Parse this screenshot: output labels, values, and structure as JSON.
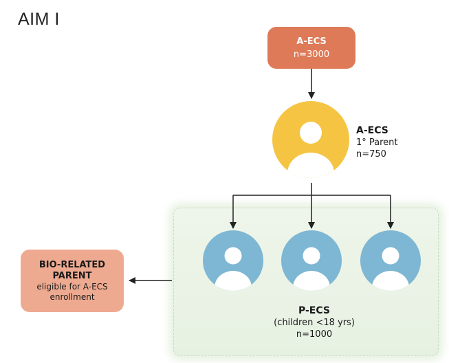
{
  "title": "AIM I",
  "source_box": {
    "label": "A-ECS",
    "count": "n=3000"
  },
  "parent_node": {
    "label": "A-ECS",
    "role": "1° Parent",
    "count": "n=750"
  },
  "children_node": {
    "label": "P-ECS",
    "description": "(children <18 yrs)",
    "count": "n=1000"
  },
  "bio_box": {
    "line1": "BIO-RELATED",
    "line2": "PARENT",
    "line3": "eligible for A-ECS",
    "line4": "enrollment"
  },
  "colors": {
    "source_box": "#de7a57",
    "bio_box": "#eeaa90",
    "parent_avatar": "#f5c443",
    "child_avatar": "#7eb7d3",
    "region": "#e9f2e4",
    "arrow": "#222222"
  },
  "icons": {
    "parent": "person-avatar-icon",
    "child": "person-avatar-icon"
  }
}
